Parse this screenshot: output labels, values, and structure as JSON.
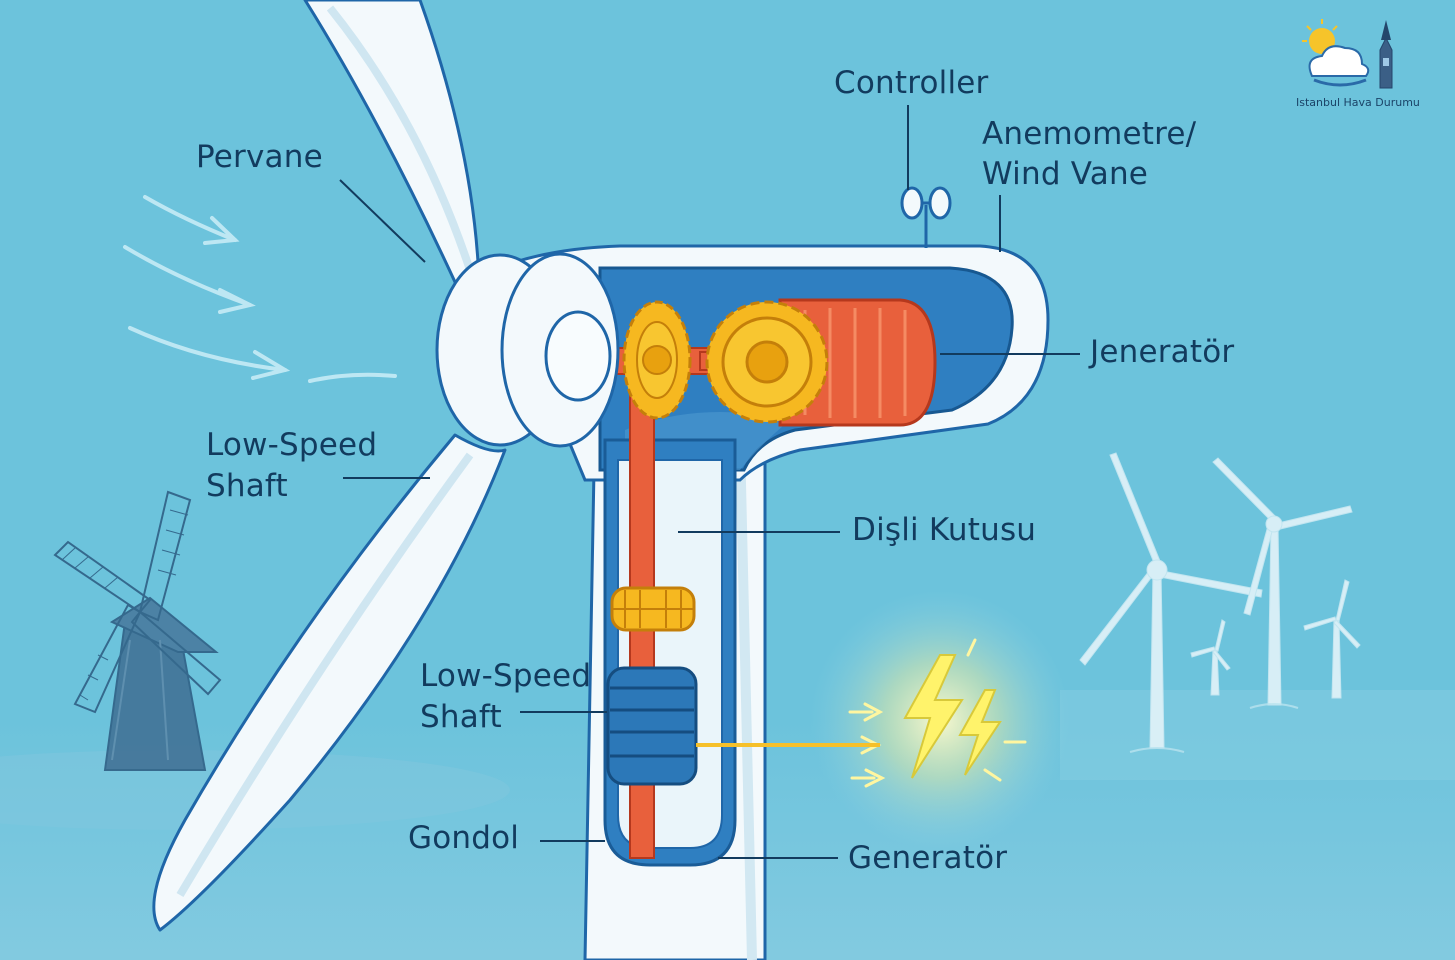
{
  "labels": {
    "pervane": "Pervane",
    "controller": "Controller",
    "anemometre_line1": "Anemometre/",
    "anemometre_line2": "Wind Vane",
    "jenerator": "Jeneratör",
    "low_speed_shaft_upper_line1": "Low-Speed",
    "low_speed_shaft_upper_line2": "Shaft",
    "disli_kutusu": "Dişli Kutusu",
    "low_speed_shaft_lower_line1": "Low-Speed",
    "low_speed_shaft_lower_line2": "Shaft",
    "gondol": "Gondol",
    "generator": "Generatör"
  },
  "brand": {
    "name": "Istanbul Hava Durumu"
  },
  "colors": {
    "sky": "#6cc3dc",
    "turbine_white": "#f3f9fc",
    "outline_blue": "#1f66a8",
    "nacelle_inner": "#2f7fc1",
    "shaft_orange": "#e8603c",
    "gear_yellow": "#f6b820",
    "label_navy": "#123b5e",
    "spark_yellow": "#fff36b"
  }
}
